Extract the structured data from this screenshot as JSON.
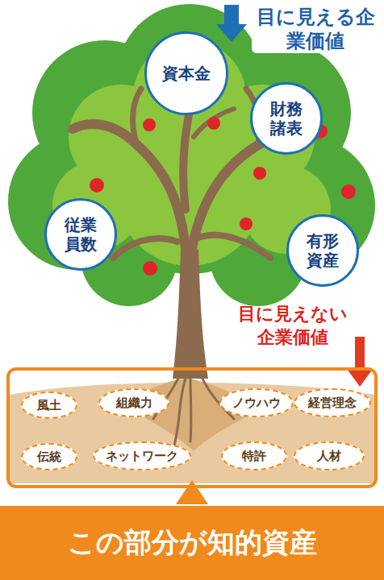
{
  "diagram": {
    "nodes": [
      {
        "text": [
          "資本金"
        ]
      },
      {
        "text": [
          "財務諸表"
        ]
      },
      {
        "text": [
          "従業員数"
        ]
      },
      {
        "text": [
          "有形資産"
        ]
      },
      {
        "text": [
          "目に見えない企業価値"
        ]
      },
      {
        "text": [
          "風土"
        ],
        "in": 4
      },
      {
        "text": [
          "組織力"
        ],
        "in": 4
      },
      {
        "text": [
          "ノウハウ"
        ],
        "in": 4
      },
      {
        "text": [
          "経営理念"
        ],
        "in": 4
      },
      {
        "text": [
          "伝統"
        ],
        "in": 4
      },
      {
        "text": [
          "ネットワーク"
        ],
        "in": 4
      },
      {
        "text": [
          "特許"
        ],
        "in": 4
      },
      {
        "text": [
          "人材"
        ],
        "in": 4
      },
      {
        "text": [
          "この部分が知的資産"
        ]
      }
    ],
    "edges": [],
    "labels": [
      "目に見える企業価値"
    ]
  }
}
